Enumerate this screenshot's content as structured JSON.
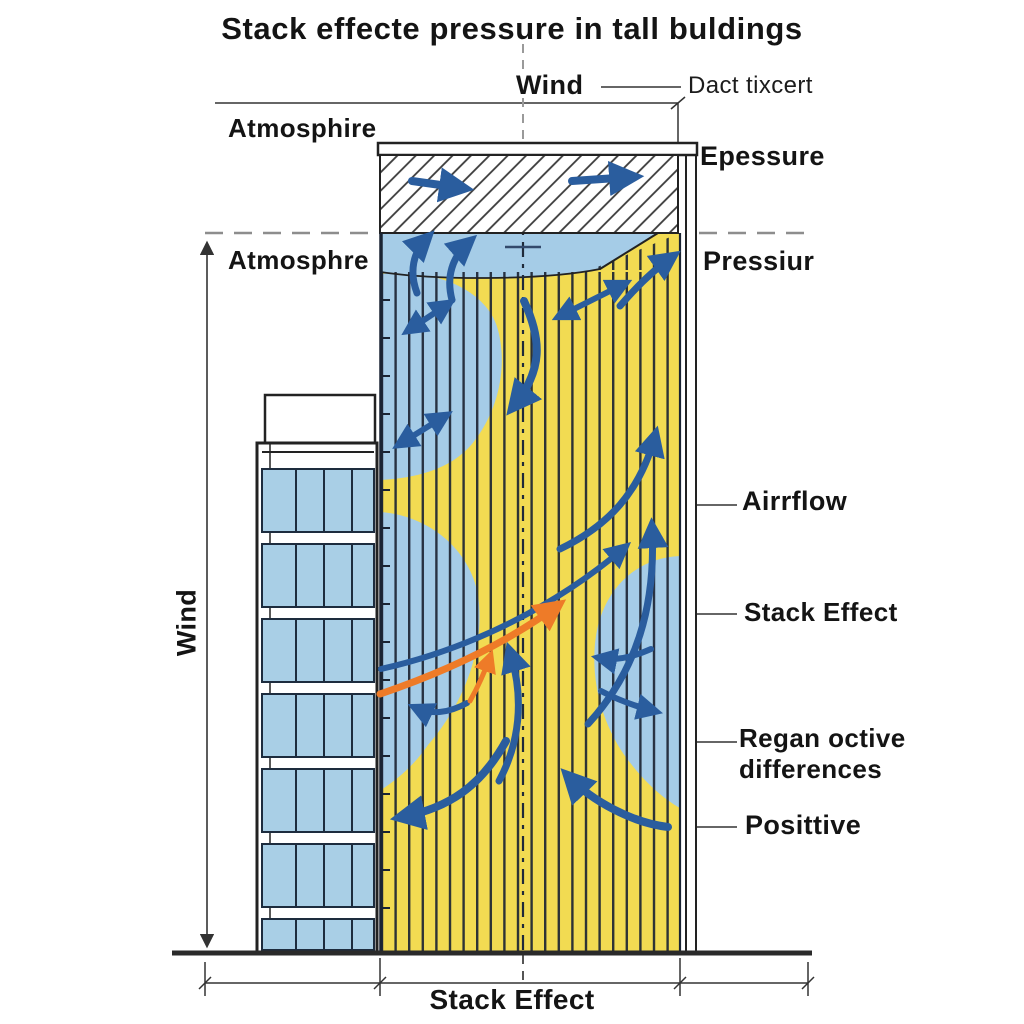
{
  "title": "Stack effecte pressure in tall buldings",
  "labels": {
    "wind_top": "Wind",
    "duct_note": "Dact tixcert",
    "atmosphere_upper": "Atmosphire",
    "atmosphere_lower": "Atmosphre",
    "pressure_upper": "Epessure",
    "pressure_lower": "Pressiur",
    "wind_side": "Wind",
    "airflow": "Airrflow",
    "stack_effect_side": "Stack Effect",
    "pressure_diff_line1": "Regan octive",
    "pressure_diff_line2": "differences",
    "positive": "Posittive",
    "stack_effect_bottom": "Stack Effect"
  },
  "colors": {
    "interior_yellow": "#f2db52",
    "pressure_blue": "#a5cce7",
    "window_blue": "#a9cfe6",
    "arrow_blue": "#2a5d9e",
    "arrow_orange": "#ee7b28",
    "line_dark": "#222222"
  }
}
